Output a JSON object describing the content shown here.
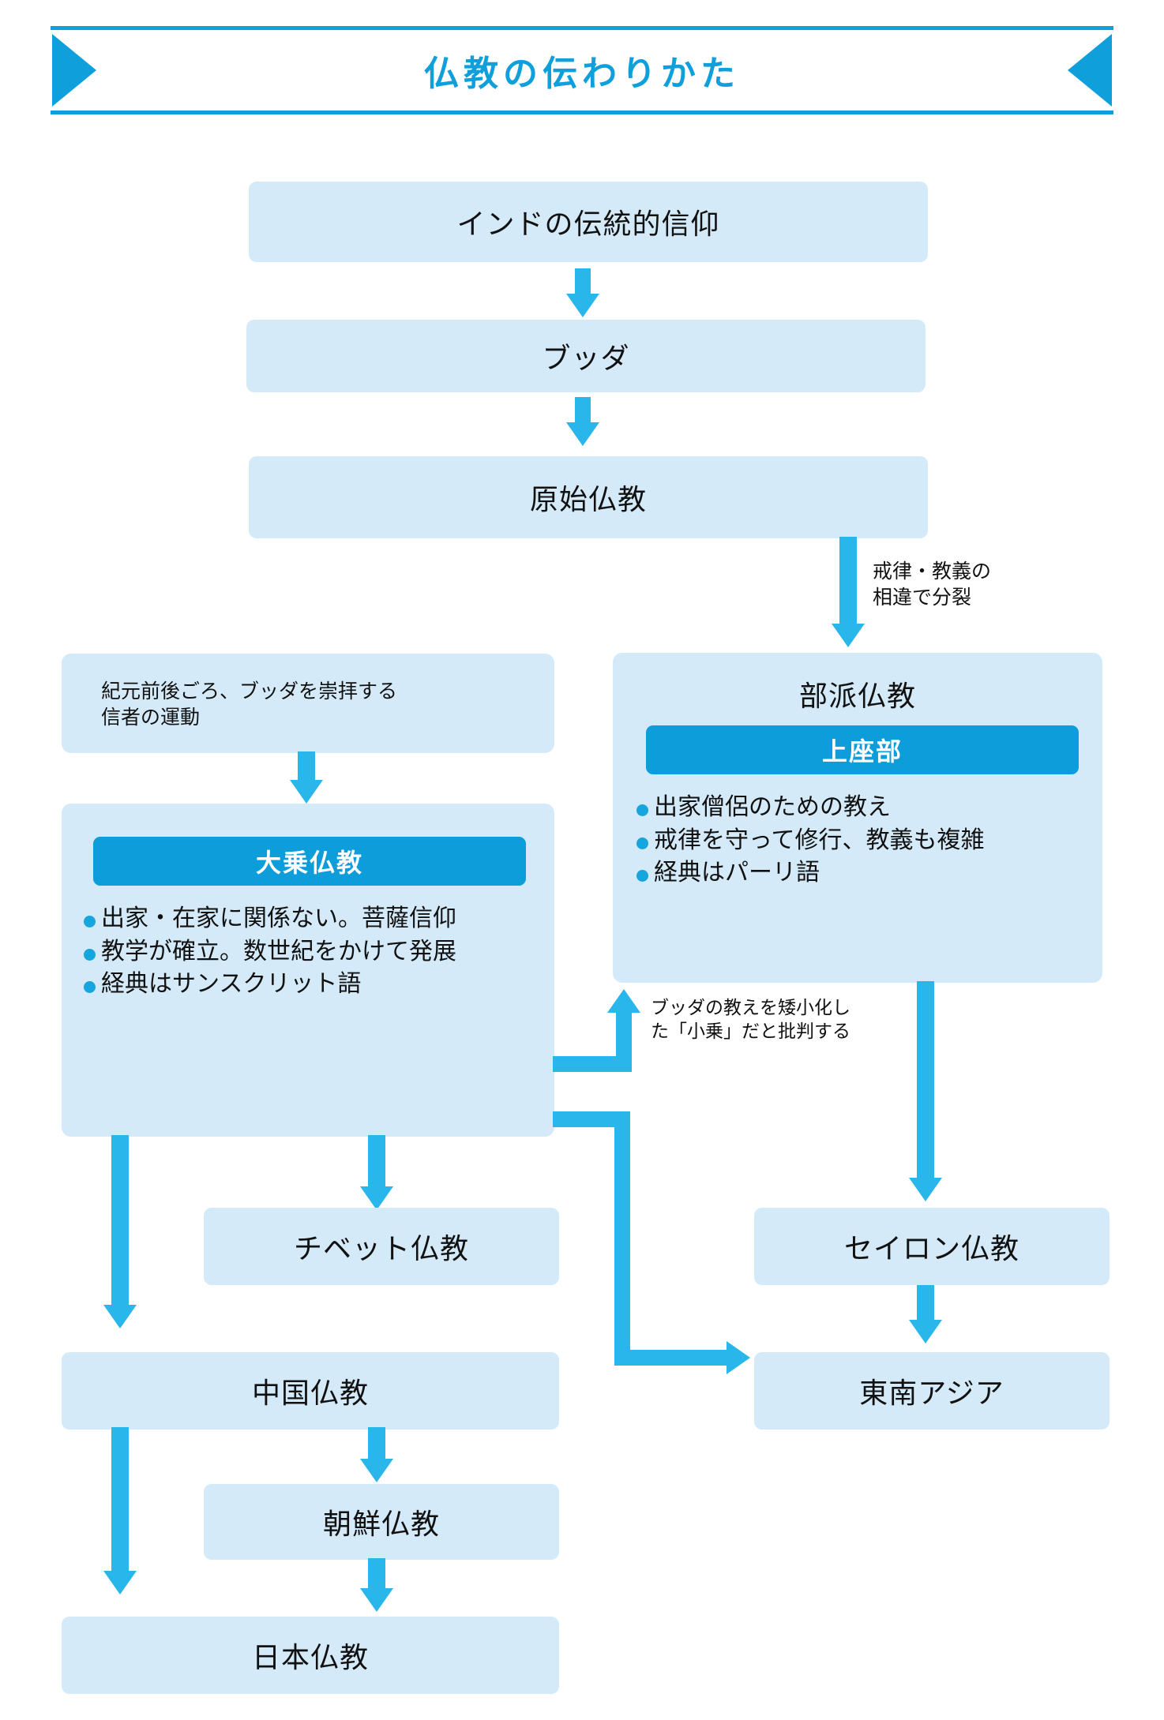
{
  "title": "仏教の伝わりかた",
  "colors": {
    "accent": "#0d9ddb",
    "box_fill": "#d4eaf8",
    "arrow": "#29b6ea",
    "header_fill": "#0d9ddb",
    "title_text": "#0f9fdb"
  },
  "nodes": {
    "indian_tradition": "インドの伝統的信仰",
    "buddha": "ブッダ",
    "early_buddhism": "原始仏教",
    "tibetan": "チベット仏教",
    "chinese": "中国仏教",
    "korean": "朝鮮仏教",
    "japanese": "日本仏教",
    "ceylon": "セイロン仏教",
    "southeast_asia": "東南アジア"
  },
  "notes": {
    "split": "戒律・教義の\n相違で分裂",
    "movement": "紀元前後ごろ、ブッダを崇拝する\n信者の運動",
    "criticism": "ブッダの教えを矮小化し\nた「小乗」だと批判する"
  },
  "sects": {
    "nikaya": {
      "title": "部派仏教",
      "header": "上座部",
      "bullets": [
        "出家僧侶のための教え",
        "戒律を守って修行、教義も複雑",
        "経典はパーリ語"
      ]
    },
    "mahayana": {
      "header": "大乗仏教",
      "bullets": [
        "出家・在家に関係ない。菩薩信仰",
        "教学が確立。数世紀をかけて発展",
        "経典はサンスクリット語"
      ]
    }
  }
}
